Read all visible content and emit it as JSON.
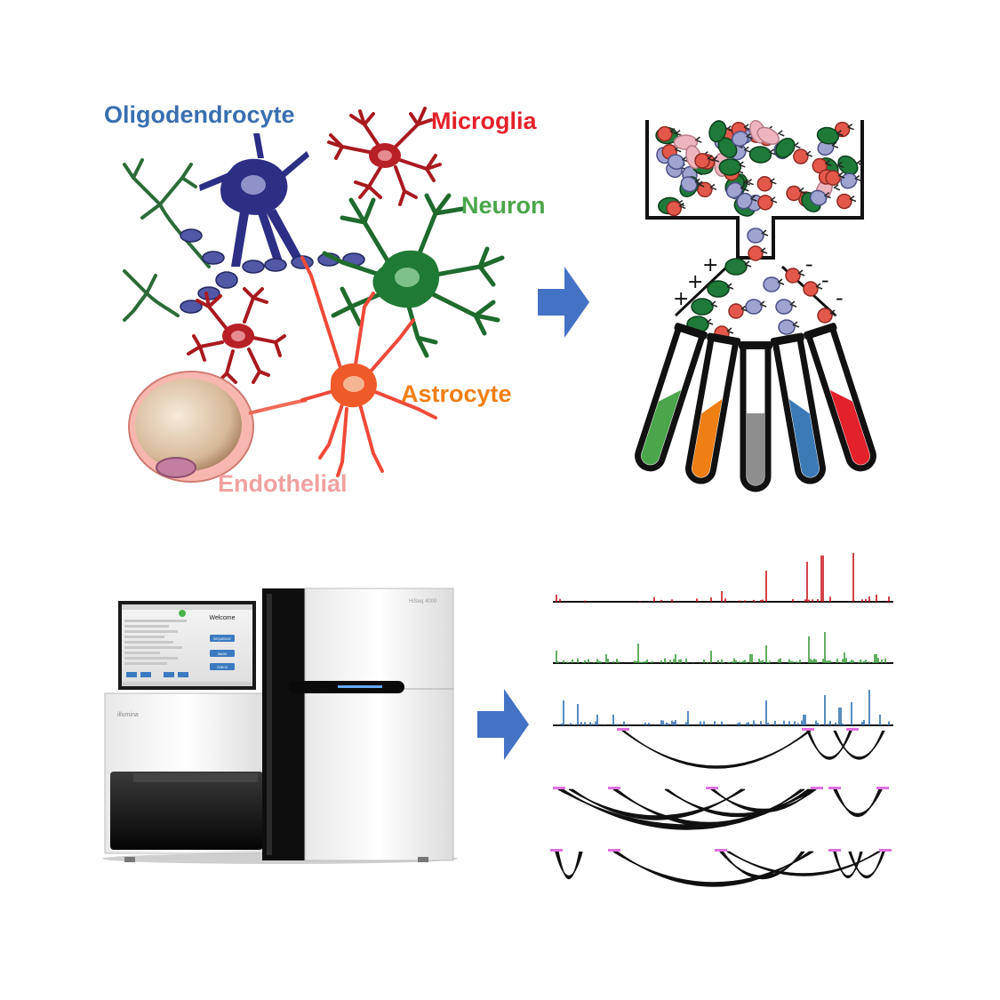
{
  "cell_labels": [
    {
      "text": "Oligodendrocyte",
      "color": "#3a6fb0"
    },
    {
      "text": "Microglia",
      "color": "#e3212b"
    },
    {
      "text": "Neuron",
      "color": "#4ba64b"
    },
    {
      "text": "Astrocyte",
      "color": "#f07f13"
    },
    {
      "text": "Endothelial",
      "color": "#f0a1a0"
    }
  ],
  "sorter": {
    "plus_signs": [
      "+",
      "+",
      "+"
    ],
    "minus_signs": [
      "-",
      "-",
      "-"
    ],
    "tube_colors": [
      "#4ba64b",
      "#f07f13",
      "#8e8e8e",
      "#3b7ab5",
      "#e3212b"
    ]
  },
  "sequencer": {
    "model_label": "HiSeq 4000",
    "brand_label": "illumina",
    "screen": {
      "title": "Welcome",
      "buttons": [
        "SEQUENCE",
        "WASH",
        "CHECK"
      ]
    }
  },
  "tracks": {
    "colors": [
      "#c8141c",
      "#3a9a3a",
      "#2e6fb0"
    ],
    "arc_color": "#111111",
    "anchor_color": "#e070e0"
  },
  "arrow_color": "#4472c4"
}
